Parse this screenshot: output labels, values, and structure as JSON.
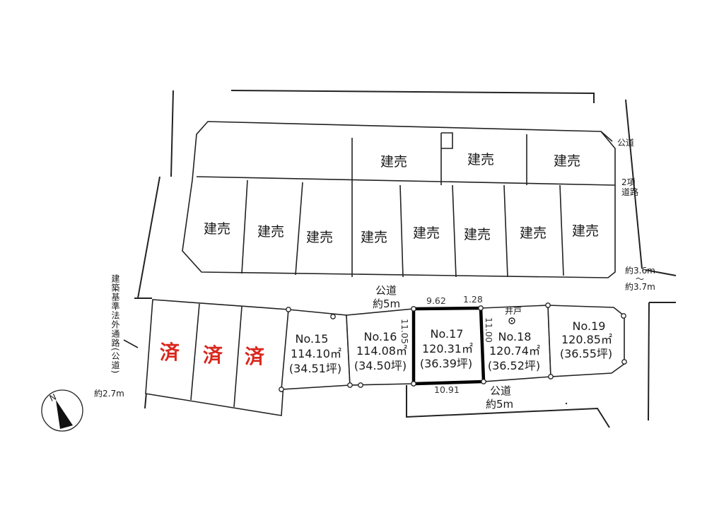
{
  "sold_lots": [
    {
      "id": "sold-1",
      "label": "済"
    },
    {
      "id": "sold-2",
      "label": "済"
    },
    {
      "id": "sold-3",
      "label": "済"
    }
  ],
  "built_for_sale_label": "建売",
  "lots": [
    {
      "no": "No.15",
      "area_m2": "114.10㎡",
      "tsubo": "(34.51坪)"
    },
    {
      "no": "No.16",
      "area_m2": "114.08㎡",
      "tsubo": "(34.50坪)"
    },
    {
      "no": "No.17",
      "area_m2": "120.31㎡",
      "tsubo": "(36.39坪)"
    },
    {
      "no": "No.18",
      "area_m2": "120.74㎡",
      "tsubo": "(36.52坪)"
    },
    {
      "no": "No.19",
      "area_m2": "120.85㎡",
      "tsubo": "(36.55坪)"
    }
  ],
  "roads": {
    "center_road": "公道",
    "center_width": "約5m",
    "south_road": "公道",
    "south_width": "約5m",
    "east_public": "公道",
    "east_type_line1": "2項",
    "east_type_line2": "道路",
    "east_width_1": "約3.6m",
    "east_width_sep": "〜",
    "east_width_2": "約3.7m",
    "west_road_vertical": "建築基準法外通路(公道)",
    "west_width": "約2.7m"
  },
  "dimensions": {
    "top_1": "9.62",
    "top_2": "1.28",
    "bottom": "10.91",
    "left_side": "11.05",
    "right_side": "11.00"
  },
  "well_label": "井戸",
  "north_label": "N"
}
